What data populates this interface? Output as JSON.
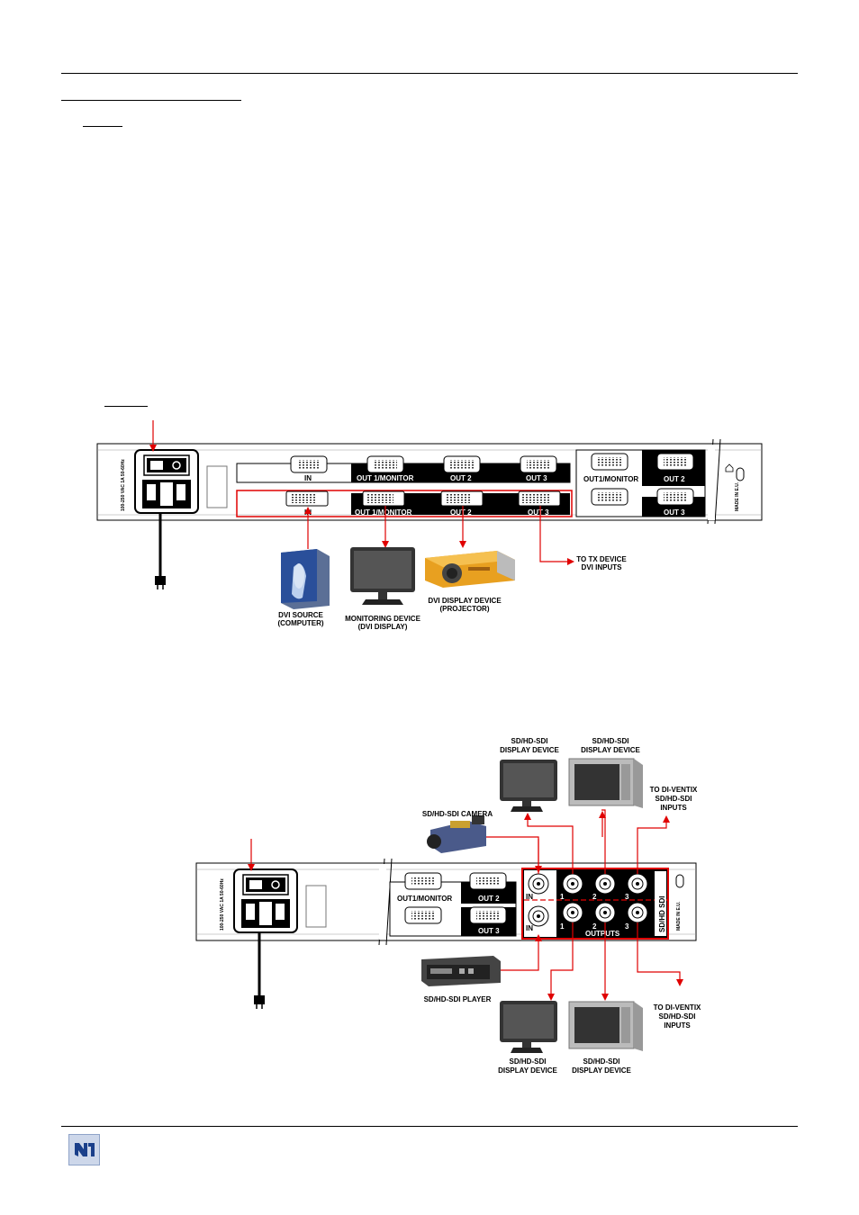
{
  "panel1": {
    "voltage_label": "100-250 VAC 1A 50-60Hz",
    "made_in": "MADE IN E.U.",
    "ports": {
      "in": "IN",
      "out1_monitor": "OUT 1/MONITOR",
      "out2": "OUT 2",
      "out3": "OUT 3",
      "dvi_in": "IN",
      "dvi_out1_monitor": "OUT 1/MONITOR",
      "dvi_out2": "OUT 2",
      "dvi_out3": "OUT 3",
      "right_out1_monitor": "OUT1/MONITOR",
      "right_out2": "OUT 2",
      "right_out3": "OUT 3"
    },
    "devices": {
      "source_line1": "DVI SOURCE",
      "source_line2": "(COMPUTER)",
      "monitor_line1": "MONITORING DEVICE",
      "monitor_line2": "(DVI DISPLAY)",
      "projector_line1": "DVI DISPLAY DEVICE",
      "projector_line2": "(PROJECTOR)",
      "tx_line1": "TO TX DEVICE",
      "tx_line2": "DVI INPUTS"
    }
  },
  "panel2": {
    "voltage_label": "100-250 VAC 1A 50-60Hz",
    "made_in": "MADE IN E.U.",
    "side_label": "SD/HD SDI",
    "ports": {
      "out1_monitor": "OUT1/MONITOR",
      "out2": "OUT 2",
      "out3": "OUT 3",
      "in_top": "IN",
      "in_bottom": "IN",
      "n1_top": "1",
      "n2_top": "2",
      "n3_top": "3",
      "n1_bottom": "1",
      "n2_bottom": "2",
      "n3_bottom": "3",
      "outputs": "OUTPUTS"
    },
    "devices": {
      "display_tl_1": "SD/HD-SDI",
      "display_tl_2": "DISPLAY DEVICE",
      "display_tr_1": "SD/HD-SDI",
      "display_tr_2": "DISPLAY DEVICE",
      "diventix_top_1": "TO DI-VENTIX",
      "diventix_top_2": "SD/HD-SDI",
      "diventix_top_3": "INPUTS",
      "camera": "SD/HD-SDI CAMERA",
      "player": "SD/HD-SDI PLAYER",
      "display_bl_1": "SD/HD-SDI",
      "display_bl_2": "DISPLAY DEVICE",
      "display_br_1": "SD/HD-SDI",
      "display_br_2": "DISPLAY DEVICE",
      "diventix_bot_1": "TO DI-VENTIX",
      "diventix_bot_2": "SD/HD-SDI",
      "diventix_bot_3": "INPUTS"
    }
  },
  "colors": {
    "connection": "#e00000",
    "panel_black": "#000000",
    "projector": "#e8a020",
    "tower": "#2a4f9a",
    "logo": "#1a3f8a"
  },
  "logo_icon": "company-logo-icon"
}
